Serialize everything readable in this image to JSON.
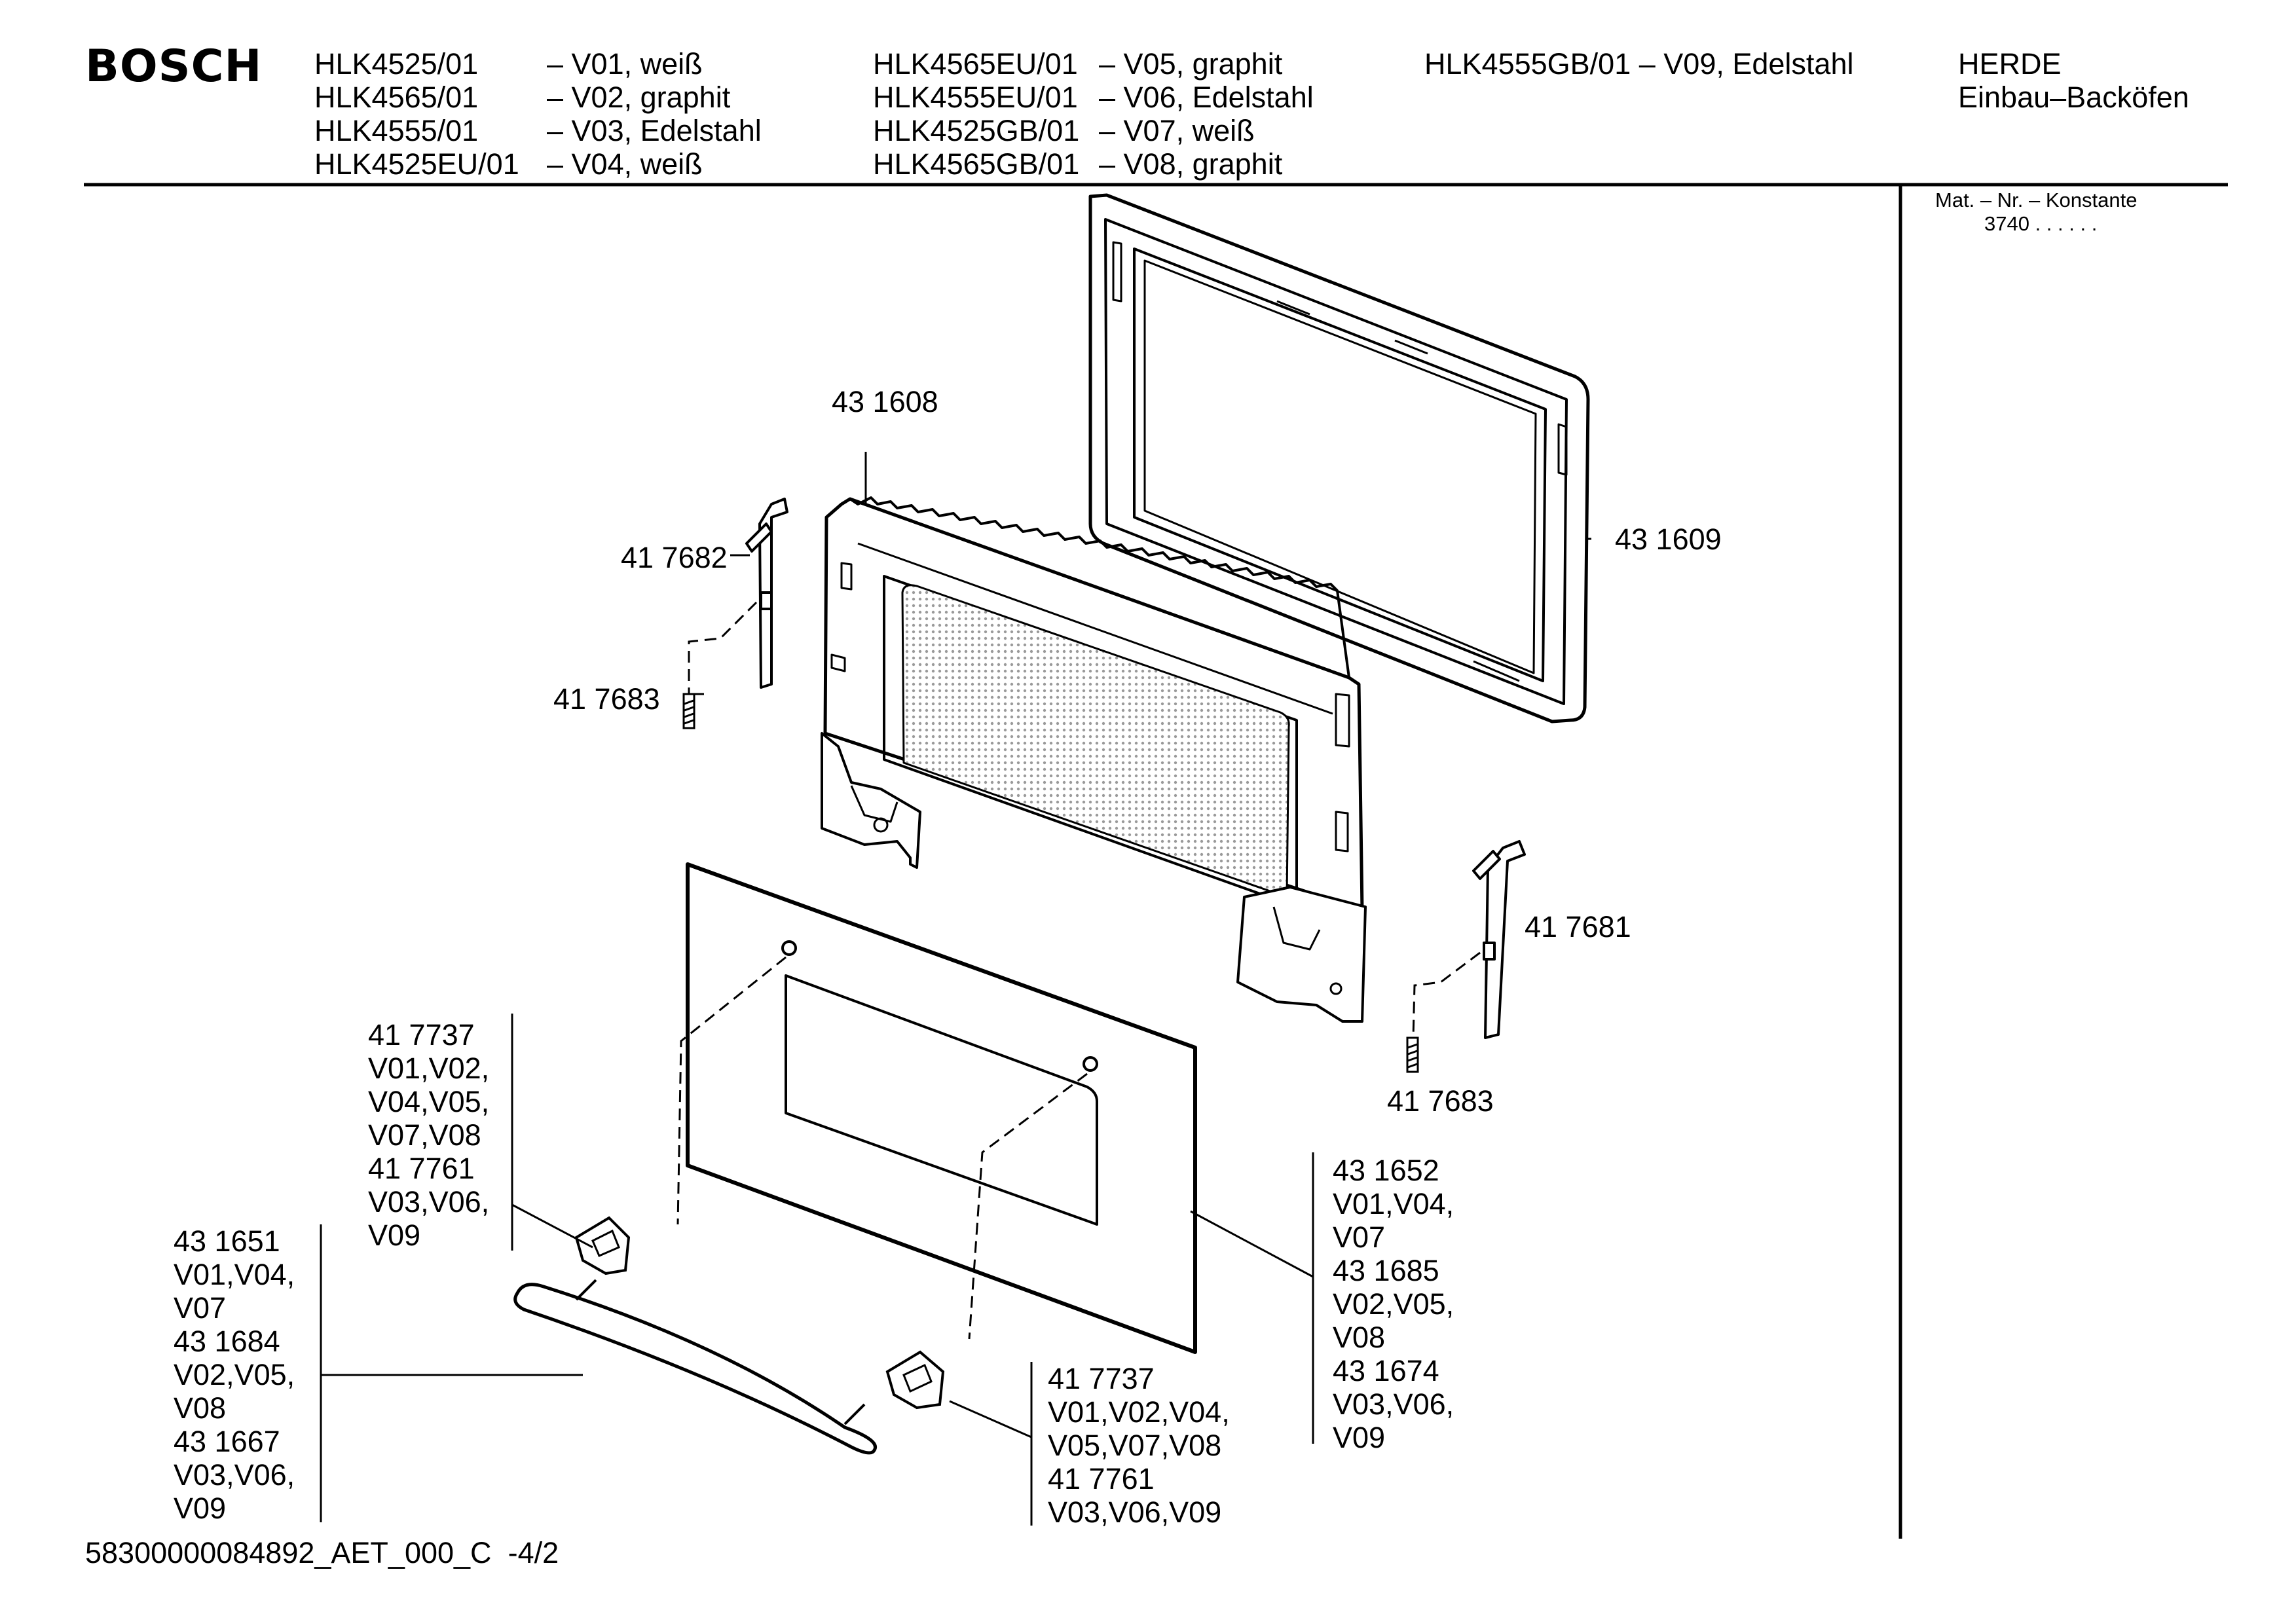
{
  "header": {
    "brand": "BOSCH",
    "models_col1": [
      {
        "model": "HLK4525/01",
        "variant": "– V01, weiß"
      },
      {
        "model": "HLK4565/01",
        "variant": "– V02, graphit"
      },
      {
        "model": "HLK4555/01",
        "variant": "– V03, Edelstahl"
      },
      {
        "model": "HLK4525EU/01",
        "variant": "– V04, weiß"
      }
    ],
    "models_col2": [
      {
        "model": "HLK4565EU/01",
        "variant": "– V05, graphit"
      },
      {
        "model": "HLK4555EU/01",
        "variant": "– V06, Edelstahl"
      },
      {
        "model": "HLK4525GB/01",
        "variant": "– V07, weiß"
      },
      {
        "model": "HLK4565GB/01",
        "variant": "– V08, graphit"
      }
    ],
    "models_col3": [
      {
        "model": "HLK4555GB/01",
        "variant": "– V09, Edelstahl"
      }
    ],
    "category": "HERDE",
    "subcategory": "Einbau–Backöfen"
  },
  "sidebar": {
    "mat_label": "Mat. – Nr. – Konstante",
    "mat_value": "3740 . . . . . ."
  },
  "parts": {
    "p431608": "43 1608",
    "p431609": "43 1609",
    "p417682": "41 7682",
    "p417683_left": "41 7683",
    "p417681": "41 7681",
    "p417683_right": "41 7683",
    "cap_left": [
      "41 7737",
      "V01,V02,",
      "V04,V05,",
      "V07,V08",
      "41 7761",
      "V03,V06,",
      "V09"
    ],
    "handle": [
      "43 1651",
      "V01,V04,",
      "V07",
      "43 1684",
      "V02,V05,",
      "V08",
      "43 1667",
      "V03,V06,",
      "V09"
    ],
    "glass": [
      "43 1652",
      "V01,V04,",
      "V07",
      "43 1685",
      "V02,V05,",
      "V08",
      "43 1674",
      "V03,V06,",
      "V09"
    ],
    "cap_right": [
      "41 7737",
      "V01,V02,V04,",
      "V05,V07,V08",
      "41 7761",
      "V03,V06,V09"
    ]
  },
  "footer": {
    "doc_id": "58300000084892_AET_000_C",
    "page": "-4/2"
  }
}
